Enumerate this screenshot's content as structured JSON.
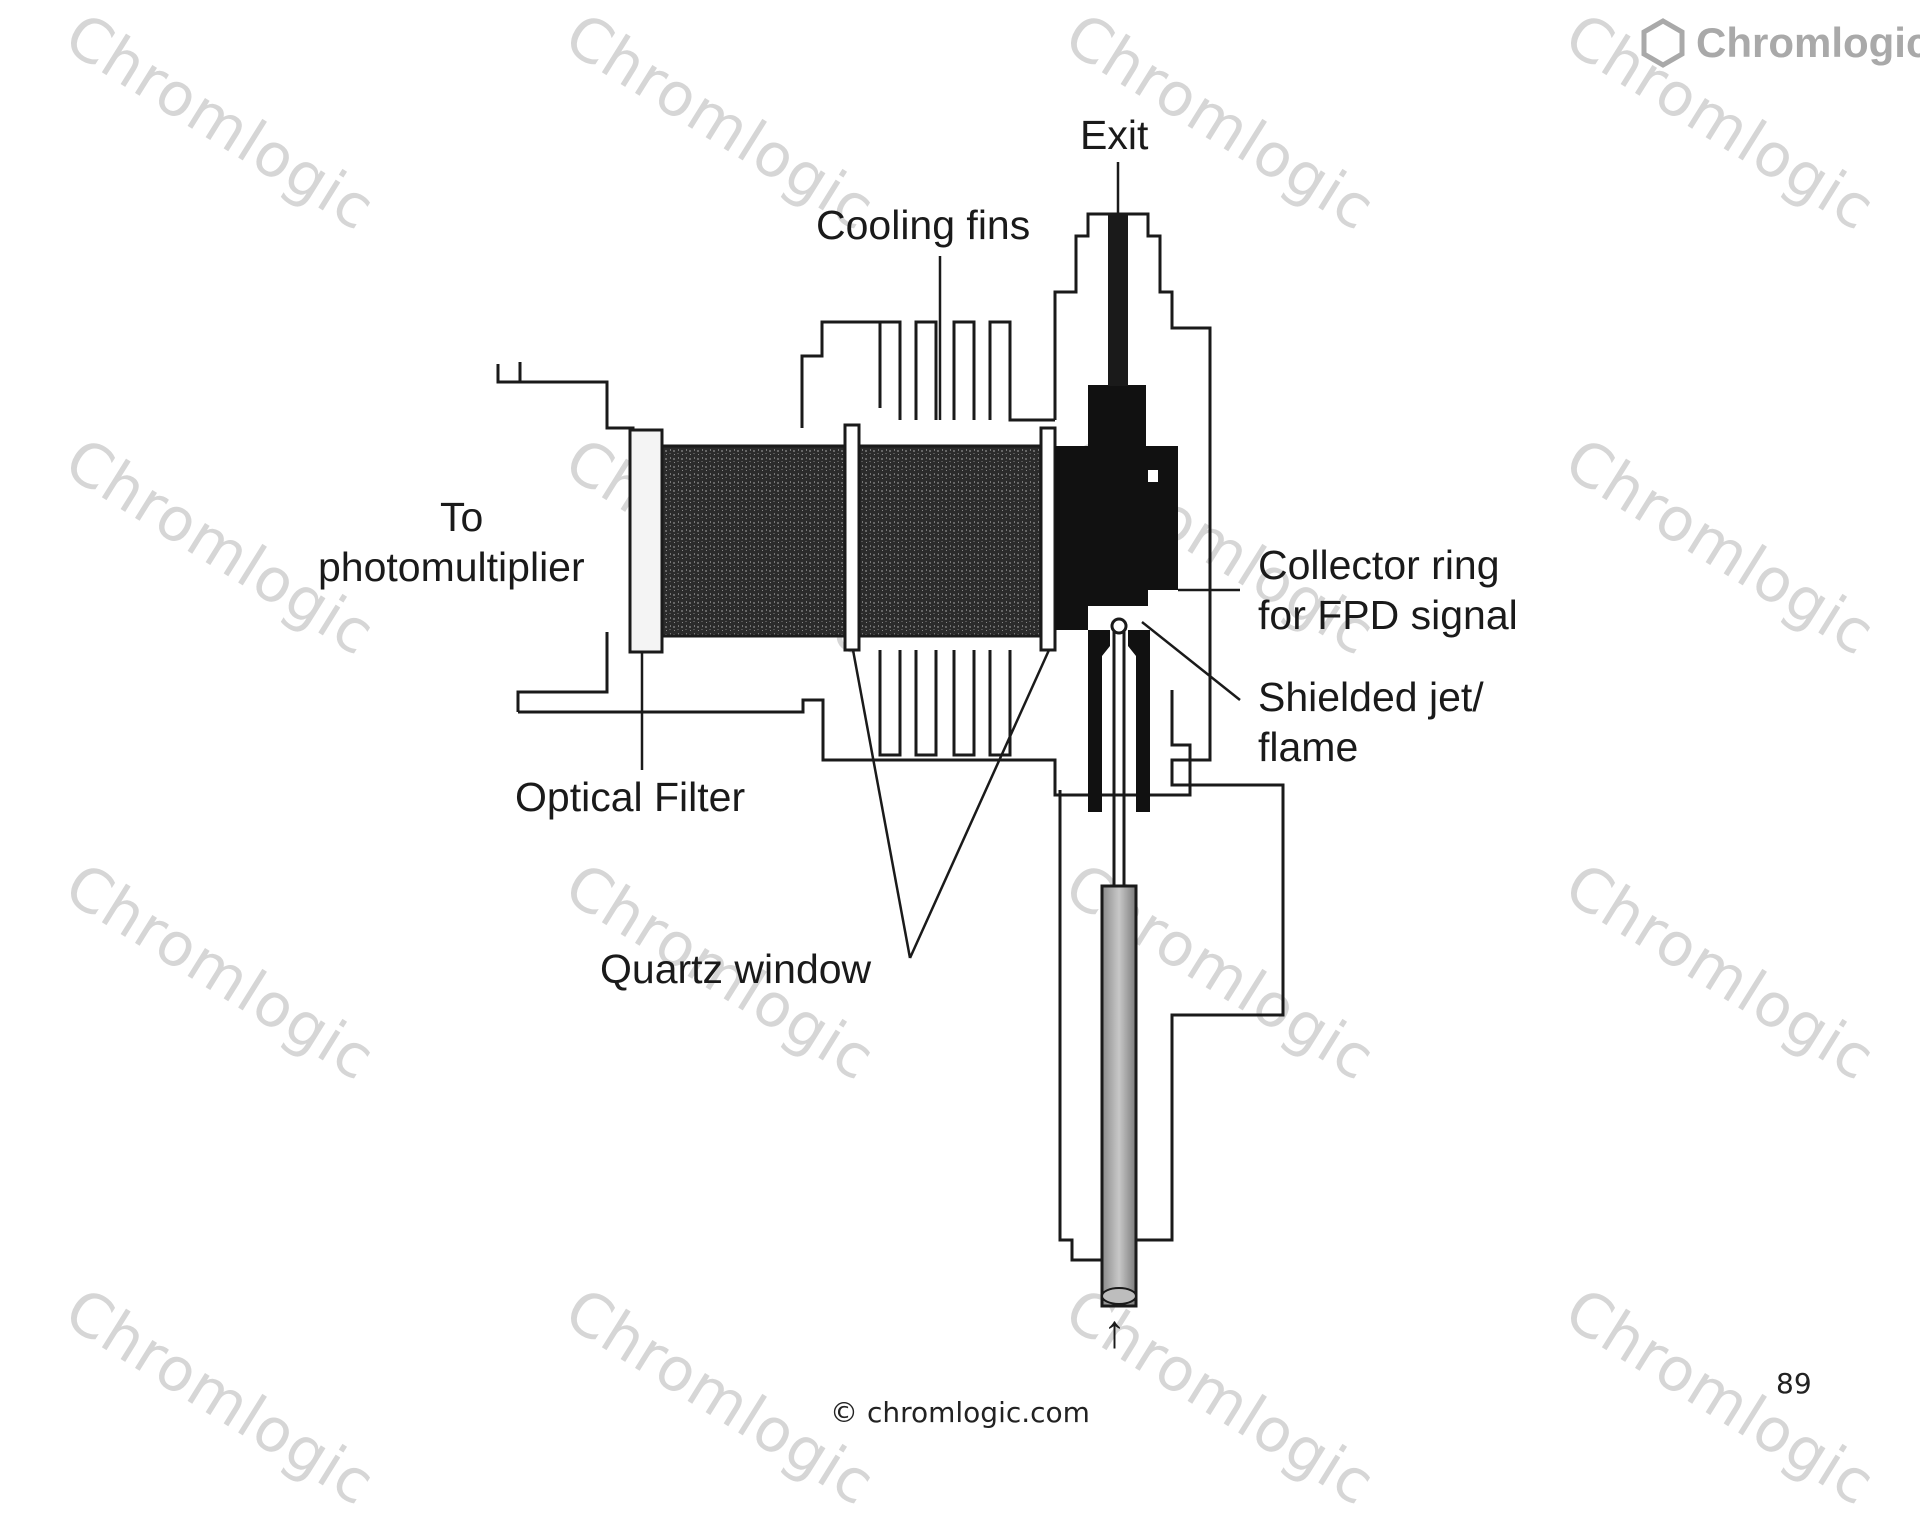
{
  "watermark": "Chromlogic",
  "logo": {
    "text": "Chromlogic",
    "icon": "hexagon-icon"
  },
  "labels": {
    "exit": "Exit",
    "cooling_fins": "Cooling fins",
    "to_pm_line1": "To",
    "to_pm_line2": "photomultiplier",
    "collector_line1": "Collector ring",
    "collector_line2": "for FPD signal",
    "shielded_line1": "Shielded jet/",
    "shielded_line2": "flame",
    "optical_filter": "Optical Filter",
    "quartz_window": "Quartz window",
    "inlet_arrow": "↑"
  },
  "footer": {
    "copyright": "© chromlogic.com",
    "page_number": "89"
  }
}
